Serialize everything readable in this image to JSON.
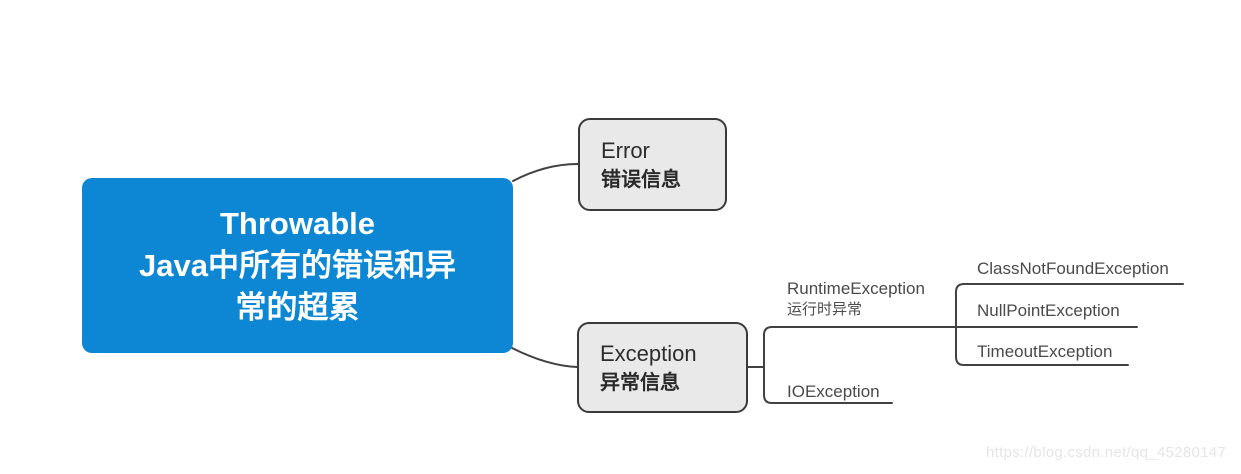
{
  "colors": {
    "root_fill": "#0d87d3",
    "root_text": "#ffffff",
    "node_fill": "#e9e9e9",
    "node_border": "#3a3a3a",
    "connector_line": "#414141",
    "label_text": "#4a4a4a",
    "watermark_text": "#e5e5e5"
  },
  "mindmap": {
    "root": {
      "title": "Throwable\nJava中所有的错误和异\n常的超累"
    },
    "branches": [
      {
        "id": "error",
        "en": "Error",
        "cn": "错误信息"
      },
      {
        "id": "exception",
        "en": "Exception",
        "cn": "异常信息",
        "children": [
          {
            "id": "runtime-exception",
            "en": "RuntimeException",
            "cn": "运行时异常",
            "children": [
              "ClassNotFoundException",
              "NullPointException",
              "TimeoutException"
            ]
          },
          {
            "id": "io-exception",
            "en": "IOException"
          }
        ]
      }
    ]
  },
  "watermark": "https://blog.csdn.net/qq_45280147"
}
